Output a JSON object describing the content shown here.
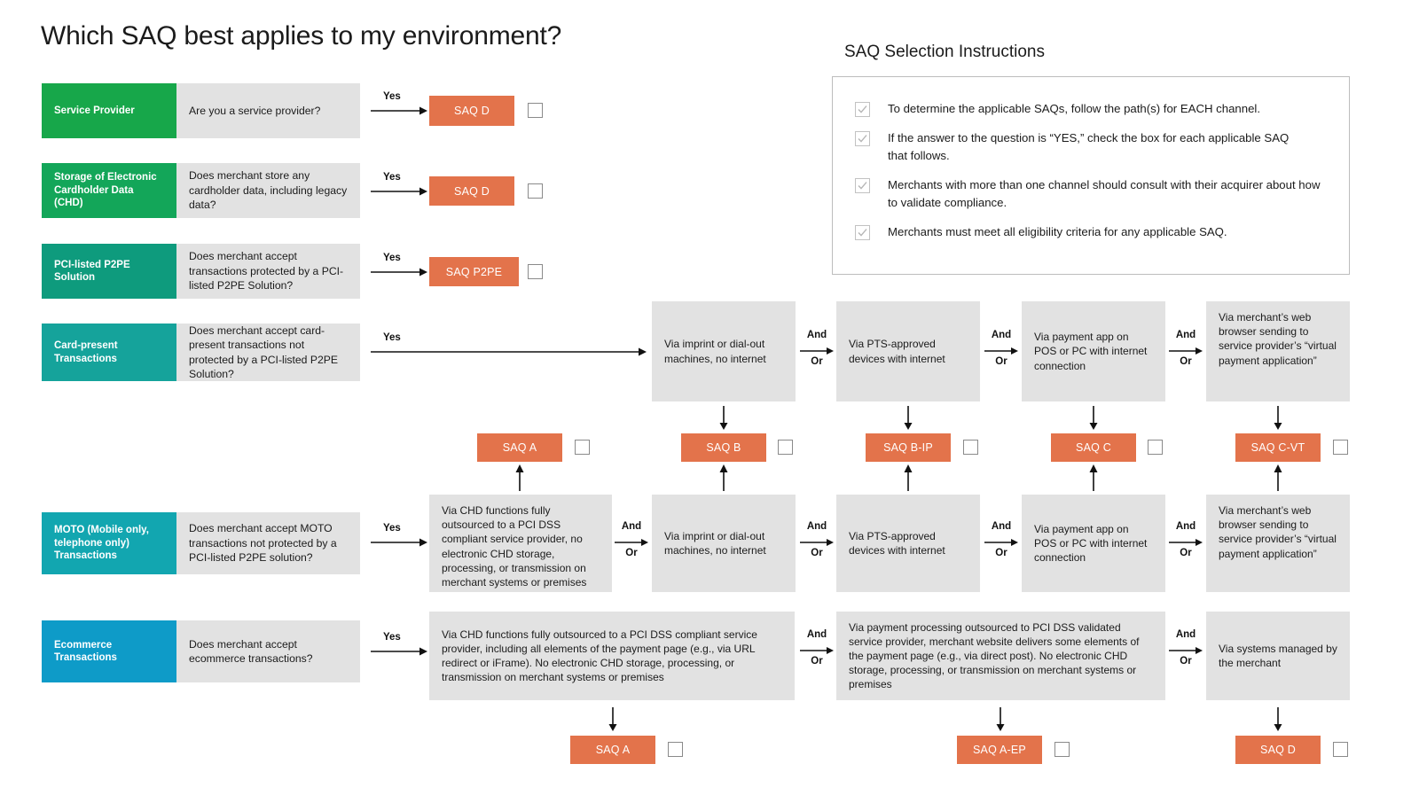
{
  "page": {
    "title": "Which SAQ best applies to my environment?",
    "instructions_title": "SAQ Selection Instructions"
  },
  "colors": {
    "orange": "#e3734b",
    "grey_box": "#e2e2e2",
    "green": "#17a74a",
    "green2": "#13a659",
    "green_teal": "#0e9b7d",
    "teal": "#15a39b",
    "teal2": "#12a6b0",
    "blue": "#0e9bc8"
  },
  "instructions": {
    "checkbox_icon": "checkmark-icon",
    "items": [
      "To determine the applicable SAQs, follow the path(s) for EACH channel.",
      "If the answer to the question is “YES,” check the box for each applicable SAQ that follows.",
      "Merchants with more than one channel should consult with their acquirer about how to validate compliance.",
      "Merchants must meet all eligibility criteria for any applicable SAQ."
    ]
  },
  "channels": [
    {
      "tag": "Service Provider",
      "question": "Are you a service provider?",
      "color": "#17a74a"
    },
    {
      "tag": "Storage of Electronic Cardholder Data (CHD)",
      "question": "Does merchant store any cardholder data, including legacy data?",
      "color": "#13a659"
    },
    {
      "tag": "PCI-listed P2PE Solution",
      "question": "Does merchant accept transactions protected by a PCI-listed P2PE Solution?",
      "color": "#0e9b7d"
    },
    {
      "tag": "Card-present Transactions",
      "question": "Does merchant accept card-present transactions not protected by a PCI-listed P2PE Solution?",
      "color": "#15a39b"
    },
    {
      "tag": "MOTO (Mobile only, telephone only) Transactions",
      "question": "Does merchant accept MOTO transactions not protected by a PCI-listed P2PE solution?",
      "color": "#12a6b0"
    },
    {
      "tag": "Ecommerce Transactions",
      "question": "Does merchant accept ecommerce transactions?",
      "color": "#0e9bc8"
    }
  ],
  "labels": {
    "yes": "Yes",
    "and": "And",
    "or": "Or"
  },
  "direct_results": [
    {
      "saq": "SAQ D",
      "checked": false
    },
    {
      "saq": "SAQ D",
      "checked": false
    },
    {
      "saq": "SAQ P2PE",
      "checked": false
    }
  ],
  "card_present_paths": [
    "Via imprint or dial-out machines, no internet",
    "Via PTS-approved devices with internet",
    "Via payment app on POS or PC with internet connection",
    "Via merchant’s web browser sending to service provider’s “virtual payment application”"
  ],
  "moto_paths": [
    "Via CHD functions fully outsourced to a PCI DSS compliant service provider, no electronic CHD storage, processing, or transmission on merchant systems or premises",
    "Via imprint or dial-out machines, no internet",
    "Via PTS-approved devices with internet",
    "Via payment app on POS or PC with internet connection",
    "Via merchant’s web browser sending to service provider’s “virtual payment application”"
  ],
  "ecommerce_paths": [
    "Via CHD functions fully outsourced to a PCI DSS compliant service provider, including all elements of the payment page (e.g., via URL redirect or iFrame). No electronic CHD storage, processing, or transmission on merchant systems or premises",
    "Via payment processing outsourced to PCI DSS validated service provider, merchant website delivers some elements of the payment page (e.g., via direct post). No electronic CHD storage, processing, or transmission on merchant systems or premises",
    "Via systems managed by the merchant"
  ],
  "middle_results": [
    {
      "saq": "SAQ A",
      "checked": false
    },
    {
      "saq": "SAQ B",
      "checked": false
    },
    {
      "saq": "SAQ B-IP",
      "checked": false
    },
    {
      "saq": "SAQ C",
      "checked": false
    },
    {
      "saq": "SAQ C-VT",
      "checked": false
    }
  ],
  "bottom_results": [
    {
      "saq": "SAQ A",
      "checked": false
    },
    {
      "saq": "SAQ A-EP",
      "checked": false
    },
    {
      "saq": "SAQ D",
      "checked": false
    }
  ]
}
